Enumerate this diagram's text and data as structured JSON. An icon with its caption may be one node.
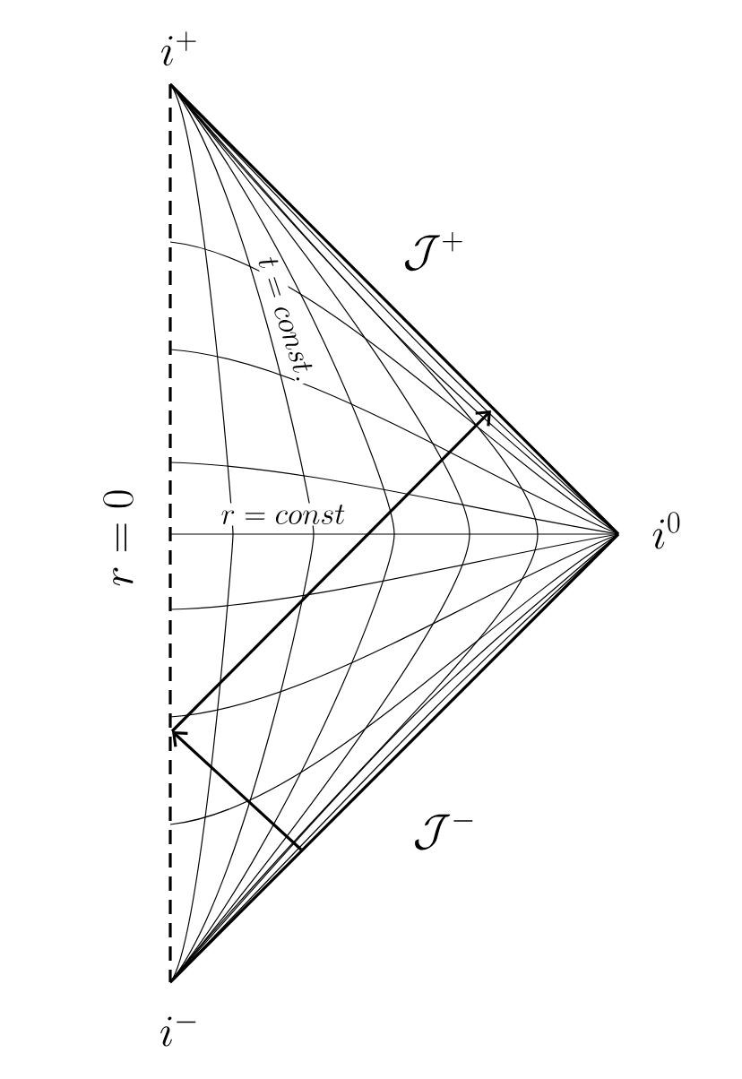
{
  "diagram": {
    "labels": [
      "i^+",
      "\\mathcal{J}^+",
      "t = const.",
      "r = const",
      "i^0",
      "r = 0",
      "\\mathcal{J}^-",
      "i^-"
    ]
  }
}
